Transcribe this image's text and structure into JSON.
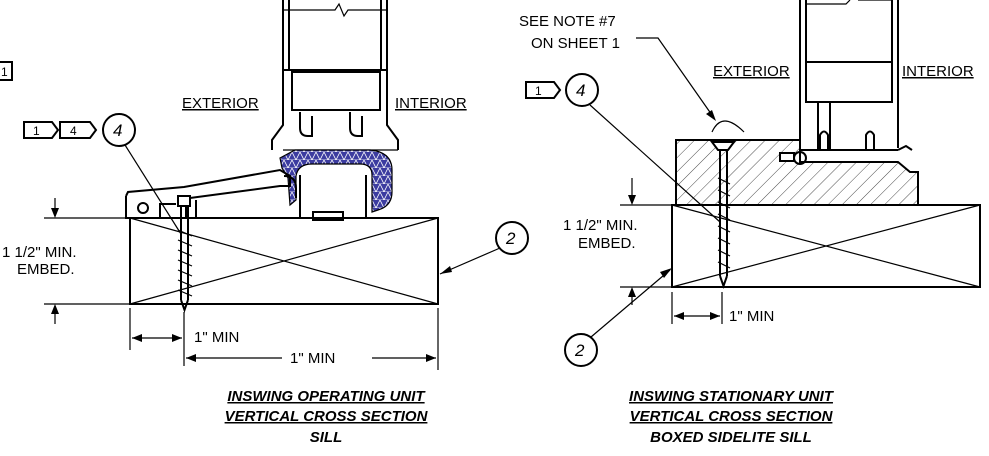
{
  "left": {
    "exterior": "EXTERIOR",
    "interior": "INTERIOR",
    "tag1": "1",
    "tag4": "4",
    "callout_top": "4",
    "callout_right": "2",
    "embed_line1": "1 1/2\" MIN.",
    "embed_line2": "EMBED.",
    "dim_inner": "1\" MIN",
    "dim_outer": "1\" MIN",
    "title_line1": "INSWING OPERATING UNIT",
    "title_line2": "VERTICAL CROSS SECTION",
    "title_line3": "SILL",
    "edge_tag": "1"
  },
  "right": {
    "note_line1": "SEE NOTE #7",
    "note_line2": "ON SHEET 1",
    "exterior": "EXTERIOR",
    "interior": "INTERIOR",
    "tag1": "1",
    "callout_top": "4",
    "callout_bottom": "2",
    "embed_line1": "1 1/2\" MIN.",
    "embed_line2": "EMBED.",
    "dim": "1\" MIN",
    "title_line1": "INSWING STATIONARY UNIT",
    "title_line2": "VERTICAL CROSS SECTION",
    "title_line3": "BOXED SIDELITE SILL"
  },
  "colors": {
    "line": "#000000",
    "gasket": "#3c3ca0",
    "background": "#ffffff"
  }
}
